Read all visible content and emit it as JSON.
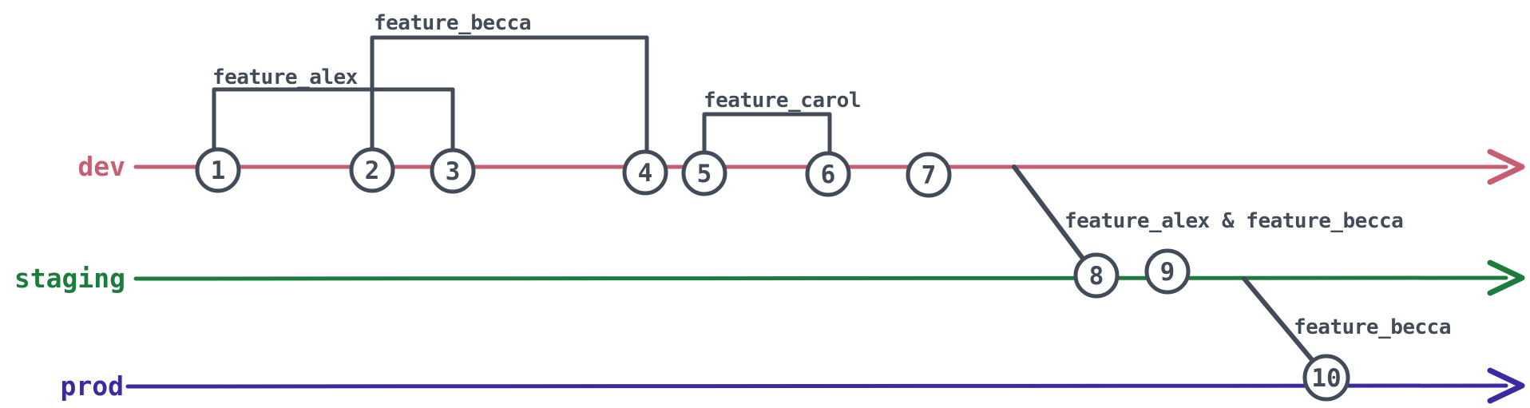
{
  "diagram": {
    "kind": "git-branch-diagram",
    "background": "#ffffff",
    "ink_color": "#424b57",
    "node_fill": "#ffffff",
    "branches": [
      {
        "name": "dev",
        "color": "#c75f73"
      },
      {
        "name": "staging",
        "color": "#1c7c3c"
      },
      {
        "name": "prod",
        "color": "#3b2b9f"
      }
    ],
    "commits": [
      {
        "label": "1",
        "branch": "dev"
      },
      {
        "label": "2",
        "branch": "dev"
      },
      {
        "label": "3",
        "branch": "dev"
      },
      {
        "label": "4",
        "branch": "dev"
      },
      {
        "label": "5",
        "branch": "dev"
      },
      {
        "label": "6",
        "branch": "dev"
      },
      {
        "label": "7",
        "branch": "dev"
      },
      {
        "label": "8",
        "branch": "staging"
      },
      {
        "label": "9",
        "branch": "staging"
      },
      {
        "label": "10",
        "branch": "prod"
      }
    ],
    "feature_brackets": [
      {
        "label": "feature_alex",
        "from_commit": "1",
        "to_commit": "3"
      },
      {
        "label": "feature_becca",
        "from_commit": "2",
        "to_commit": "4"
      },
      {
        "label": "feature_carol",
        "from_commit": "5",
        "to_commit": "6"
      }
    ],
    "merge_edges": [
      {
        "label": "feature_alex & feature_becca",
        "from_branch": "dev",
        "to_branch": "staging",
        "to_commit": "8"
      },
      {
        "label": "feature_becca",
        "from_branch": "staging",
        "to_branch": "prod",
        "to_commit": "10"
      }
    ]
  }
}
